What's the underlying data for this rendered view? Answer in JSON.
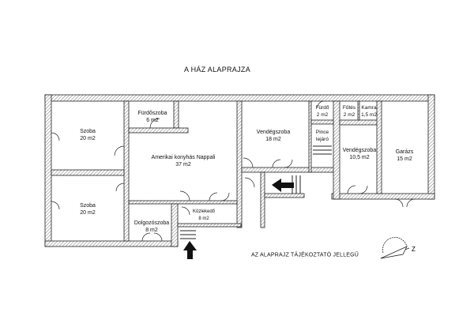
{
  "title": "A HÁZ ALAPRAJZA",
  "note": "AZ ALAPRAJZ TÁJÉKOZTATÓ JELLEGŰ",
  "compass_label": "Z",
  "rooms": [
    {
      "name": "Szoba",
      "area": "20 m2"
    },
    {
      "name": "Szoba",
      "area": "20 m2"
    },
    {
      "name": "Fürdőszoba",
      "area": "6 m2"
    },
    {
      "name": "Amerikai konyhás Nappali",
      "area": "37 m2"
    },
    {
      "name": "Dolgozószoba",
      "area": "8 m2"
    },
    {
      "name": "Közlekedő",
      "area": "8 m2"
    },
    {
      "name": "Vendégszoba",
      "area": "18 m2"
    },
    {
      "name": "Fürdő",
      "area": "2 m2"
    },
    {
      "name": "Pince",
      "area": "lejáró"
    },
    {
      "name": "Fűtés",
      "area": "2 m2"
    },
    {
      "name": "Kamra",
      "area": "1,5 m2"
    },
    {
      "name": "Vendégszoba",
      "area": "10,5 m2"
    },
    {
      "name": "Garázs",
      "area": "15 m2"
    }
  ]
}
